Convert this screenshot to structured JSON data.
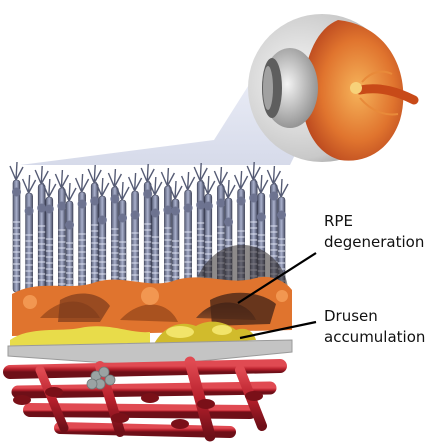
{
  "labels": {
    "rpe": {
      "line1": "RPE",
      "line2": "degeneration"
    },
    "drusen": {
      "line1": "Drusen",
      "line2": "accumulation"
    }
  },
  "colors": {
    "photoreceptor": "#8e96b4",
    "photoreceptor_dark": "#3f4358",
    "rpe_orange": "#e0742e",
    "rpe_dark": "#5a2e1a",
    "drusen": "#e3d33a",
    "bruch_membrane": "#b5b5b5",
    "vessel_red": "#b8202c",
    "eye_sclera": "#dcdcdc",
    "eye_interior": "#e8862e"
  }
}
